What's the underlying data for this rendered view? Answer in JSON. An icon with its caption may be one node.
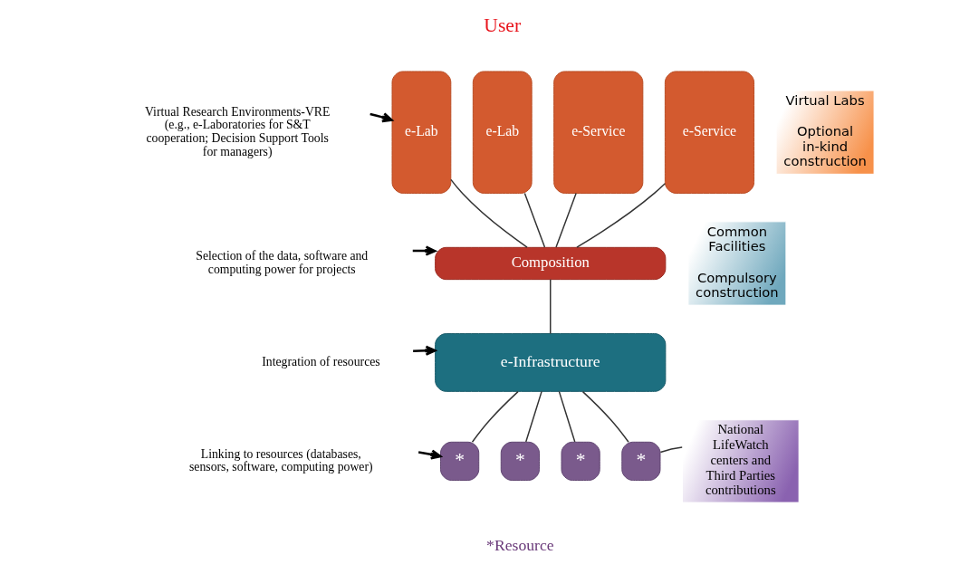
{
  "diagram": {
    "nodes": [
      {
        "text": [
          "Virtual Research Environments-VRE (e.g., e-Laboratories for S&T cooperation; Decision Support Tools for managers)"
        ]
      },
      {
        "text": [
          "e-Lab"
        ]
      },
      {
        "text": [
          "e-Lab"
        ]
      },
      {
        "text": [
          "e-Service"
        ]
      },
      {
        "text": [
          "e-Service"
        ]
      },
      {
        "text": [
          "Virtual Labs",
          "Optional in-kind construction"
        ]
      },
      {
        "text": [
          "Selection of the data, software and computing power for projects"
        ]
      },
      {
        "text": [
          "Composition"
        ]
      },
      {
        "text": [
          "Common Facilities",
          "Compulsory construction"
        ]
      },
      {
        "text": [
          "Integration of resources"
        ]
      },
      {
        "text": [
          "e-Infrastructure"
        ]
      },
      {
        "text": [
          "Linking to resources (databases, sensors, software, computing power)"
        ]
      },
      {
        "text": [
          "*"
        ]
      },
      {
        "text": [
          "*"
        ]
      },
      {
        "text": [
          "*"
        ]
      },
      {
        "text": [
          "*"
        ]
      },
      {
        "text": [
          "National LifeWatch centers and Third Parties contributions"
        ]
      }
    ],
    "edges": [
      {
        "from": 0,
        "to": 1,
        "arrow": "to"
      },
      {
        "from": 1,
        "to": 7,
        "arrow": "none"
      },
      {
        "from": 2,
        "to": 7,
        "arrow": "none"
      },
      {
        "from": 3,
        "to": 7,
        "arrow": "none"
      },
      {
        "from": 4,
        "to": 7,
        "arrow": "none"
      },
      {
        "from": 6,
        "to": 7,
        "arrow": "to"
      },
      {
        "from": 7,
        "to": 10,
        "arrow": "none"
      },
      {
        "from": 9,
        "to": 10,
        "arrow": "to"
      },
      {
        "from": 10,
        "to": 12,
        "arrow": "none"
      },
      {
        "from": 10,
        "to": 13,
        "arrow": "none"
      },
      {
        "from": 10,
        "to": 14,
        "arrow": "none"
      },
      {
        "from": 10,
        "to": 15,
        "arrow": "none"
      },
      {
        "from": 11,
        "to": 12,
        "arrow": "to"
      },
      {
        "from": 15,
        "to": 16,
        "arrow": "none"
      }
    ],
    "labels": [
      "User",
      "*Resource"
    ]
  }
}
